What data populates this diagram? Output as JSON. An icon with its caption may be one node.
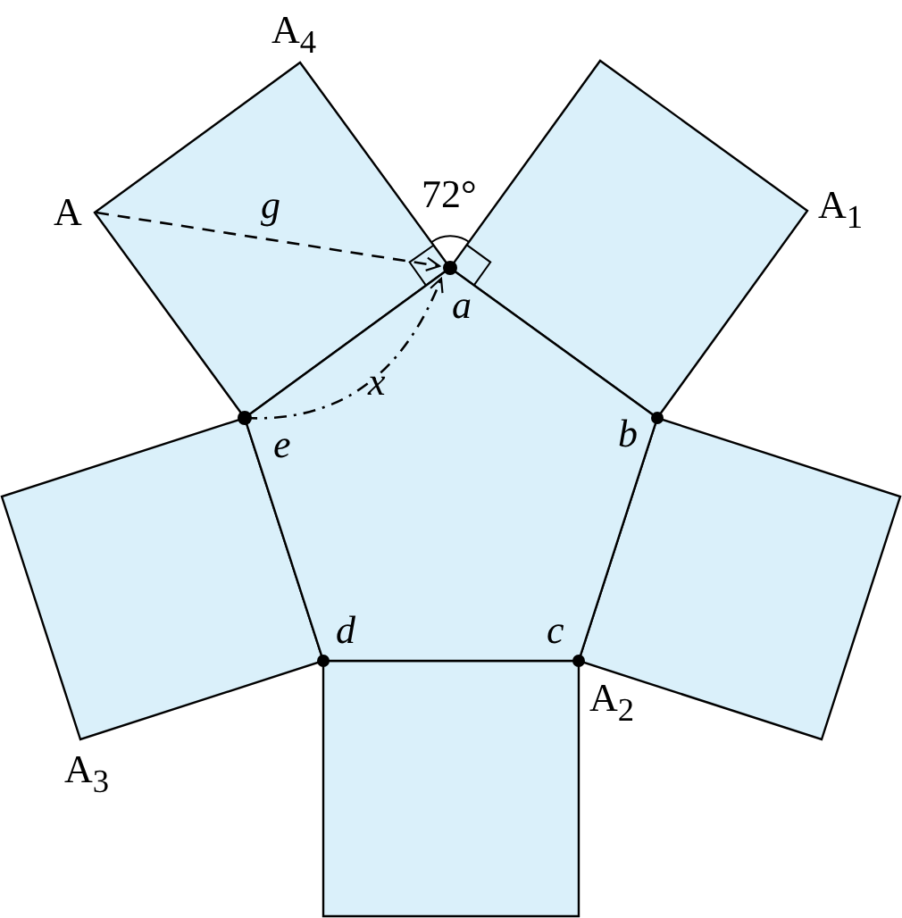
{
  "diagram": {
    "nodes": [
      {
        "text": [
          "A"
        ]
      },
      {
        "text": [
          "a"
        ]
      },
      {
        "text": [
          "e"
        ]
      }
    ],
    "edges": [
      {
        "from": 0,
        "to": 1,
        "arrow": "to",
        "label": "g",
        "style": "dashed"
      },
      {
        "from": 2,
        "to": 1,
        "arrow": "to",
        "label": "x",
        "style": "dashed"
      }
    ],
    "labels": [
      "A$_{4}$",
      "A$_{1}$",
      "72°",
      "b",
      "d",
      "c",
      "A$_{2}$",
      "A$_{3}$"
    ]
  }
}
